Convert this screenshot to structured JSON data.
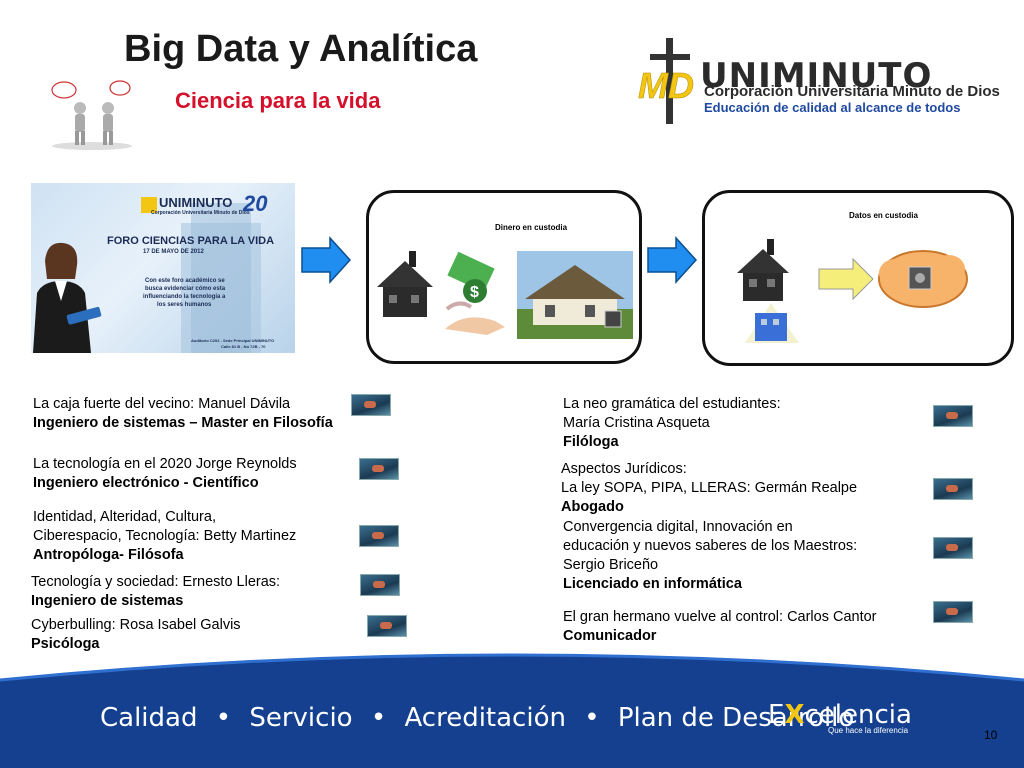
{
  "header": {
    "title": "Big Data y Analítica",
    "subtitle": "Ciencia para la vida"
  },
  "logo": {
    "initials": "MD",
    "name": "UNIMINUTO",
    "corporation": "Corporación Universitaria Minuto de Dios",
    "tagline": "Educación de calidad al alcance de todos"
  },
  "poster": {
    "logo_name": "UNIMINUTO",
    "logo_sub": "Corporación Universitaria Minuto de Dios",
    "anniversary": "20",
    "title": "FORO CIENCIAS PARA LA VIDA",
    "date": "17 DE MAYO DE 2012",
    "body_lines": [
      "Con este foro académico se",
      "busca evidenciar cómo esta",
      "influenciando la tecnología a",
      "los seres humanos"
    ],
    "venue_lines": [
      "Auditorio C202 - Sede Principal UNIMINUTO",
      "Calle 81 B - No 72B - 70"
    ]
  },
  "diagram": {
    "panel1_label": "Dinero en custodia",
    "panel2_label": "Datos en custodia"
  },
  "left_items": [
    {
      "line1": "La caja fuerte del vecino: Manuel Dávila",
      "bold": "Ingeniero de sistemas – Master en Filosofía"
    },
    {
      "line1": "La tecnología en el 2020 Jorge Reynolds",
      "bold": "Ingeniero electrónico - Científico"
    },
    {
      "line1": "Identidad, Alteridad, Cultura,",
      "line2": "Ciberespacio, Tecnología: Betty Martinez",
      "bold": "Antropóloga- Filósofa"
    },
    {
      "line1": "Tecnología y sociedad: Ernesto Lleras:",
      "bold": "Ingeniero de sistemas"
    },
    {
      "line1": "Cyberbulling: Rosa Isabel Galvis",
      "bold": "Psicóloga"
    }
  ],
  "right_items": [
    {
      "line1": "La neo gramática del estudiantes:",
      "line2": "María Cristina Asqueta",
      "bold": "Filóloga"
    },
    {
      "line1": "Aspectos Jurídicos:",
      "line2": "La ley SOPA, PIPA, LLERAS: Germán Realpe",
      "bold": "Abogado"
    },
    {
      "line1": "Convergencia digital, Innovación en",
      "line2": "educación y nuevos saberes de los Maestros:",
      "line3": "Sergio Briceño",
      "bold": "Licenciado en informática"
    },
    {
      "line1": "El gran hermano vuelve al control: Carlos Cantor",
      "bold": "Comunicador"
    }
  ],
  "footer": {
    "items": [
      "Calidad",
      "Servicio",
      "Acreditación",
      "Plan de Desarrollo"
    ],
    "brand_e": "E",
    "brand_x": "X",
    "brand_rest": "celencia",
    "brand_tag": "Que hace la diferencia",
    "page_number": "10"
  },
  "colors": {
    "title_red": "#d4102a",
    "footer_blue": "#14408f",
    "arrow_blue": "#1f8ef0",
    "logo_yellow": "#f3c614"
  }
}
